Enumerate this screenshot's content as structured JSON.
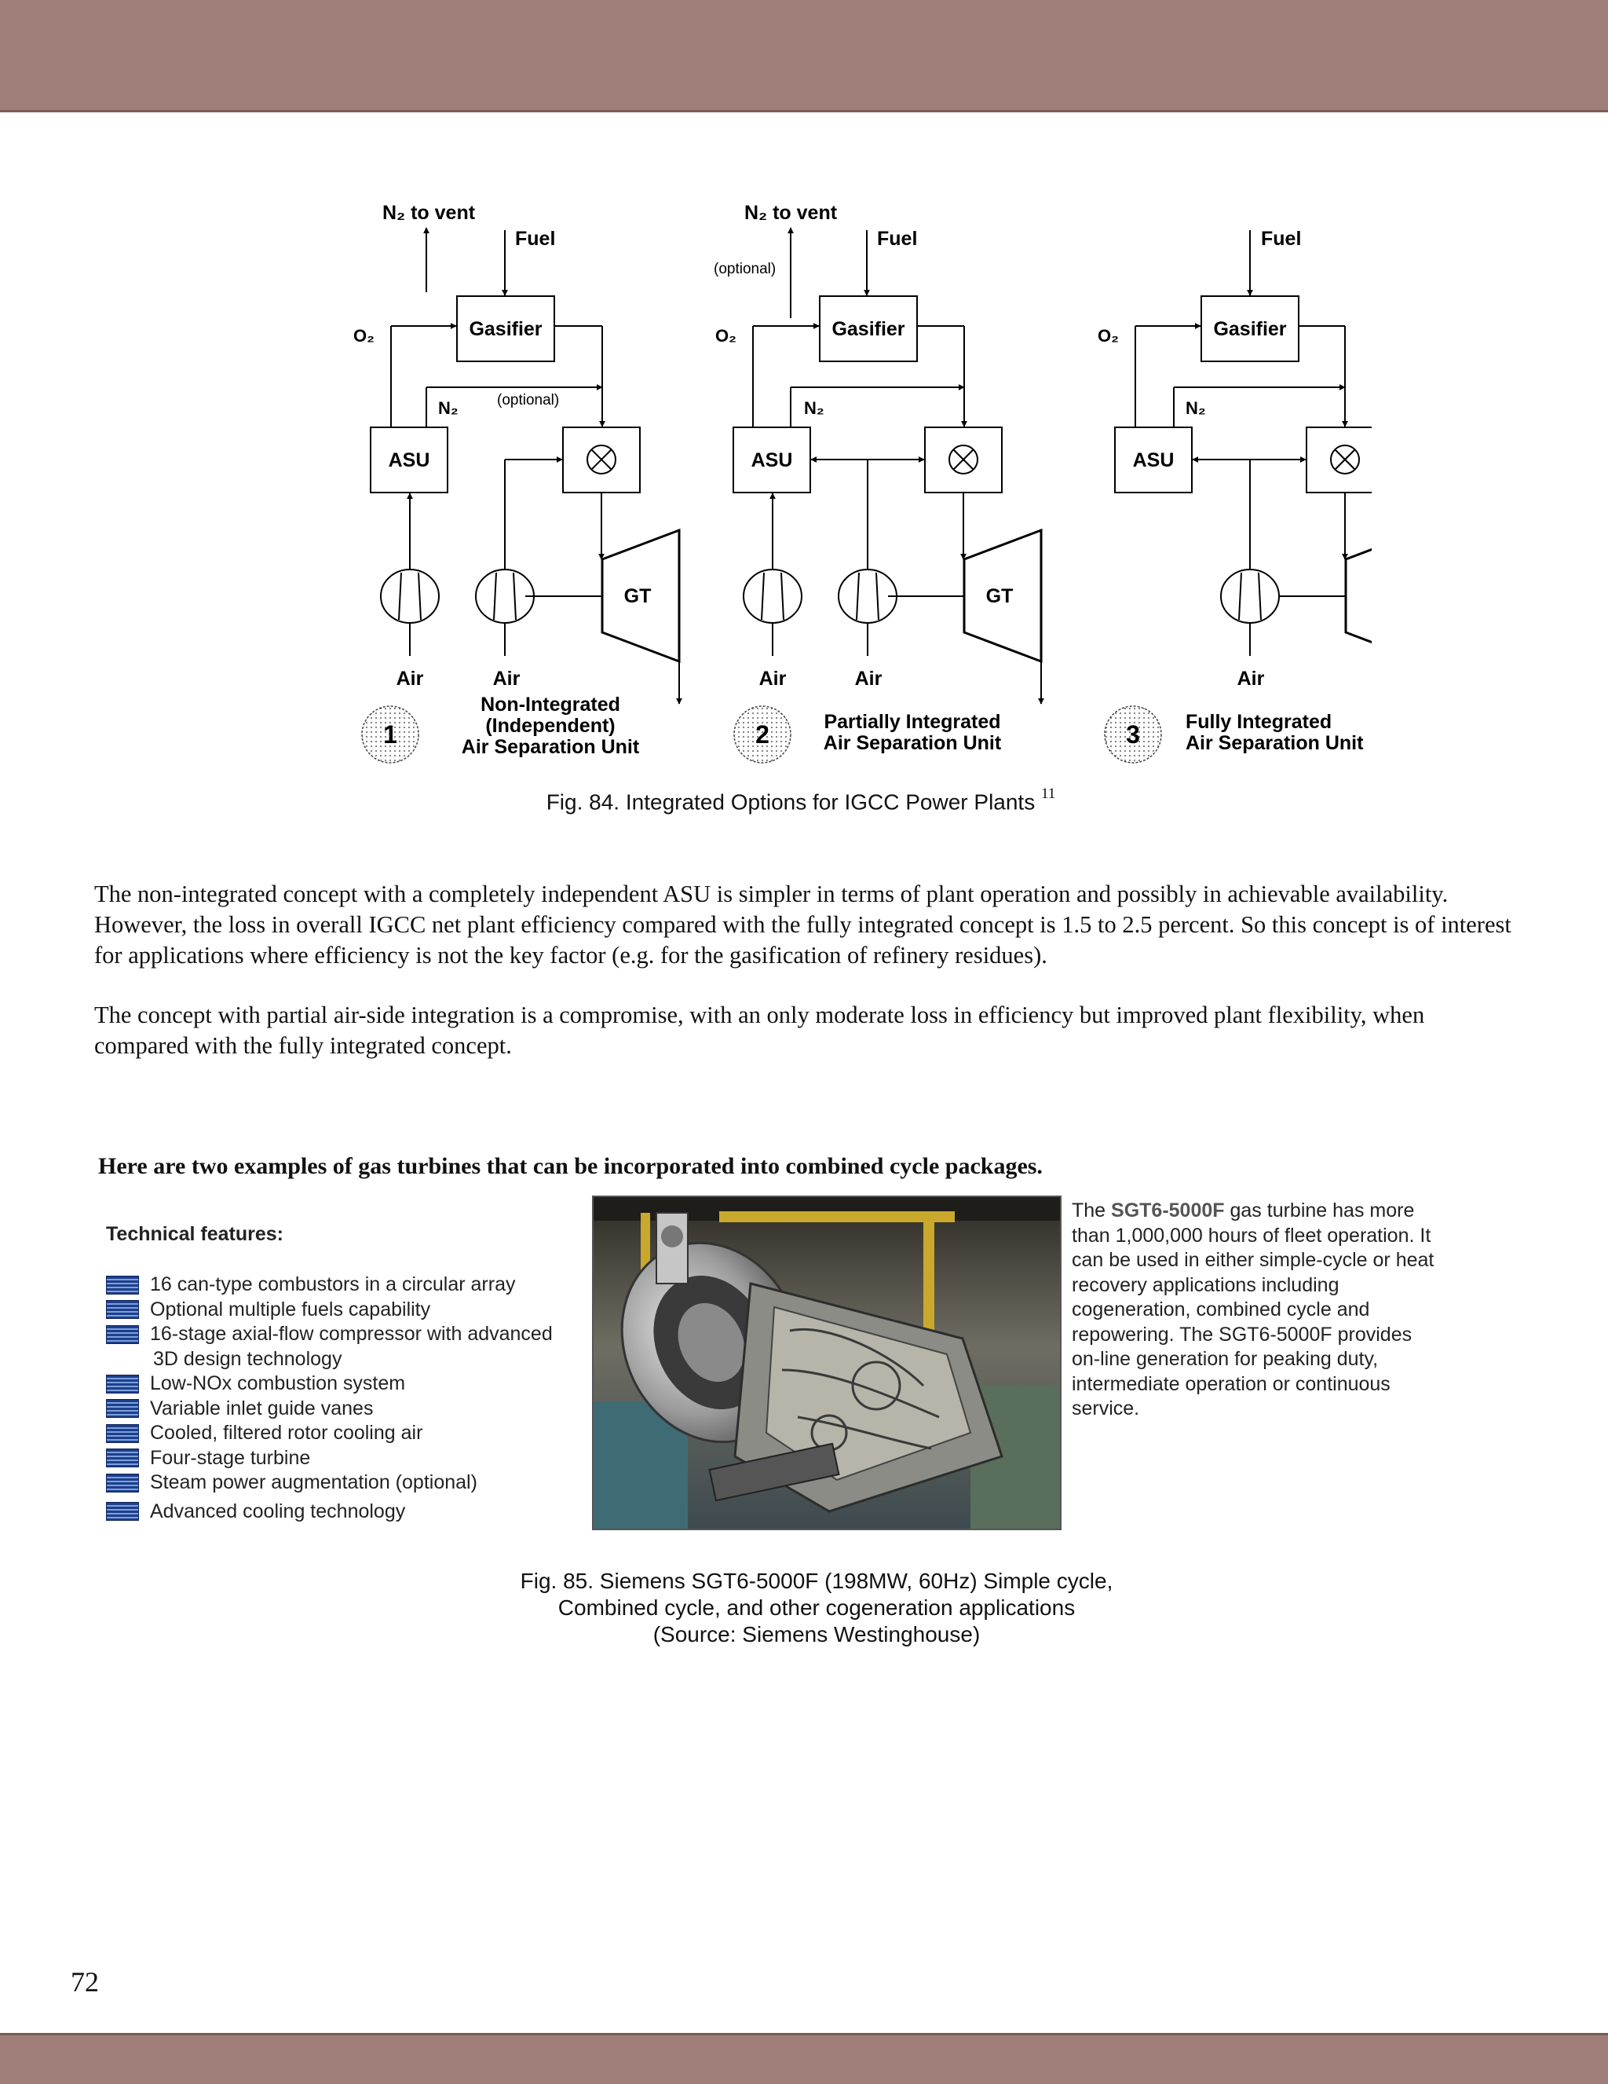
{
  "figure84": {
    "labels": {
      "n2_to_vent": "N₂ to vent",
      "fuel": "Fuel",
      "optional": "(optional)",
      "o2": "O₂",
      "n2": "N₂",
      "gasifier": "Gasifier",
      "asu": "ASU",
      "gt": "GT",
      "air": "Air"
    },
    "options": [
      {
        "number": "1",
        "title_lines": [
          "Non-Integrated",
          "(Independent)",
          "Air Separation Unit"
        ]
      },
      {
        "number": "2",
        "title_lines": [
          "Partially Integrated",
          "Air Separation Unit"
        ]
      },
      {
        "number": "3",
        "title_lines": [
          "Fully Integrated",
          "Air Separation Unit"
        ]
      }
    ],
    "caption": "Fig. 84. Integrated Options for IGCC Power Plants",
    "caption_ref": "11"
  },
  "paragraphs": [
    "The non-integrated concept with a completely independent ASU is simpler in terms of plant operation and possibly in achievable availability. However, the loss in overall IGCC net plant efficiency compared with the fully integrated concept is 1.5 to 2.5 percent. So this concept is of interest for applications where efficiency is not the key factor (e.g. for the gasification of refinery residues).",
    "The concept with partial air-side integration is a compromise, with an only moderate loss in efficiency but improved plant flexibility, when compared with the fully integrated concept."
  ],
  "examples": {
    "heading": "Here are two examples of gas turbines that can be incorporated into combined cycle packages.",
    "technical_title": "Technical features:",
    "features": [
      "16 can-type combustors in a circular array",
      "Optional multiple fuels capability",
      "16-stage axial-flow compressor with advanced",
      "3D design technology",
      "Low-NOx combustion system",
      "Variable inlet guide vanes",
      "Cooled, filtered rotor cooling air",
      "Four-stage turbine",
      "Steam power augmentation (optional)",
      "Advanced cooling technology"
    ],
    "desc_pre": "The ",
    "desc_model": "SGT6-5000F",
    "desc_post": " gas turbine has more than 1,000,000 hours of fleet operation. It can be used in either simple-cycle or heat recovery applications including cogeneration, combined cycle and repowering. The SGT6-5000F provides on-line generation for peaking duty, intermediate operation or continuous service."
  },
  "figure85": {
    "caption_lines": [
      "Fig. 85. Siemens SGT6-5000F (198MW, 60Hz) Simple cycle,",
      "Combined cycle, and other cogeneration applications",
      "(Source: Siemens Westinghouse)"
    ]
  },
  "page_number": "72"
}
